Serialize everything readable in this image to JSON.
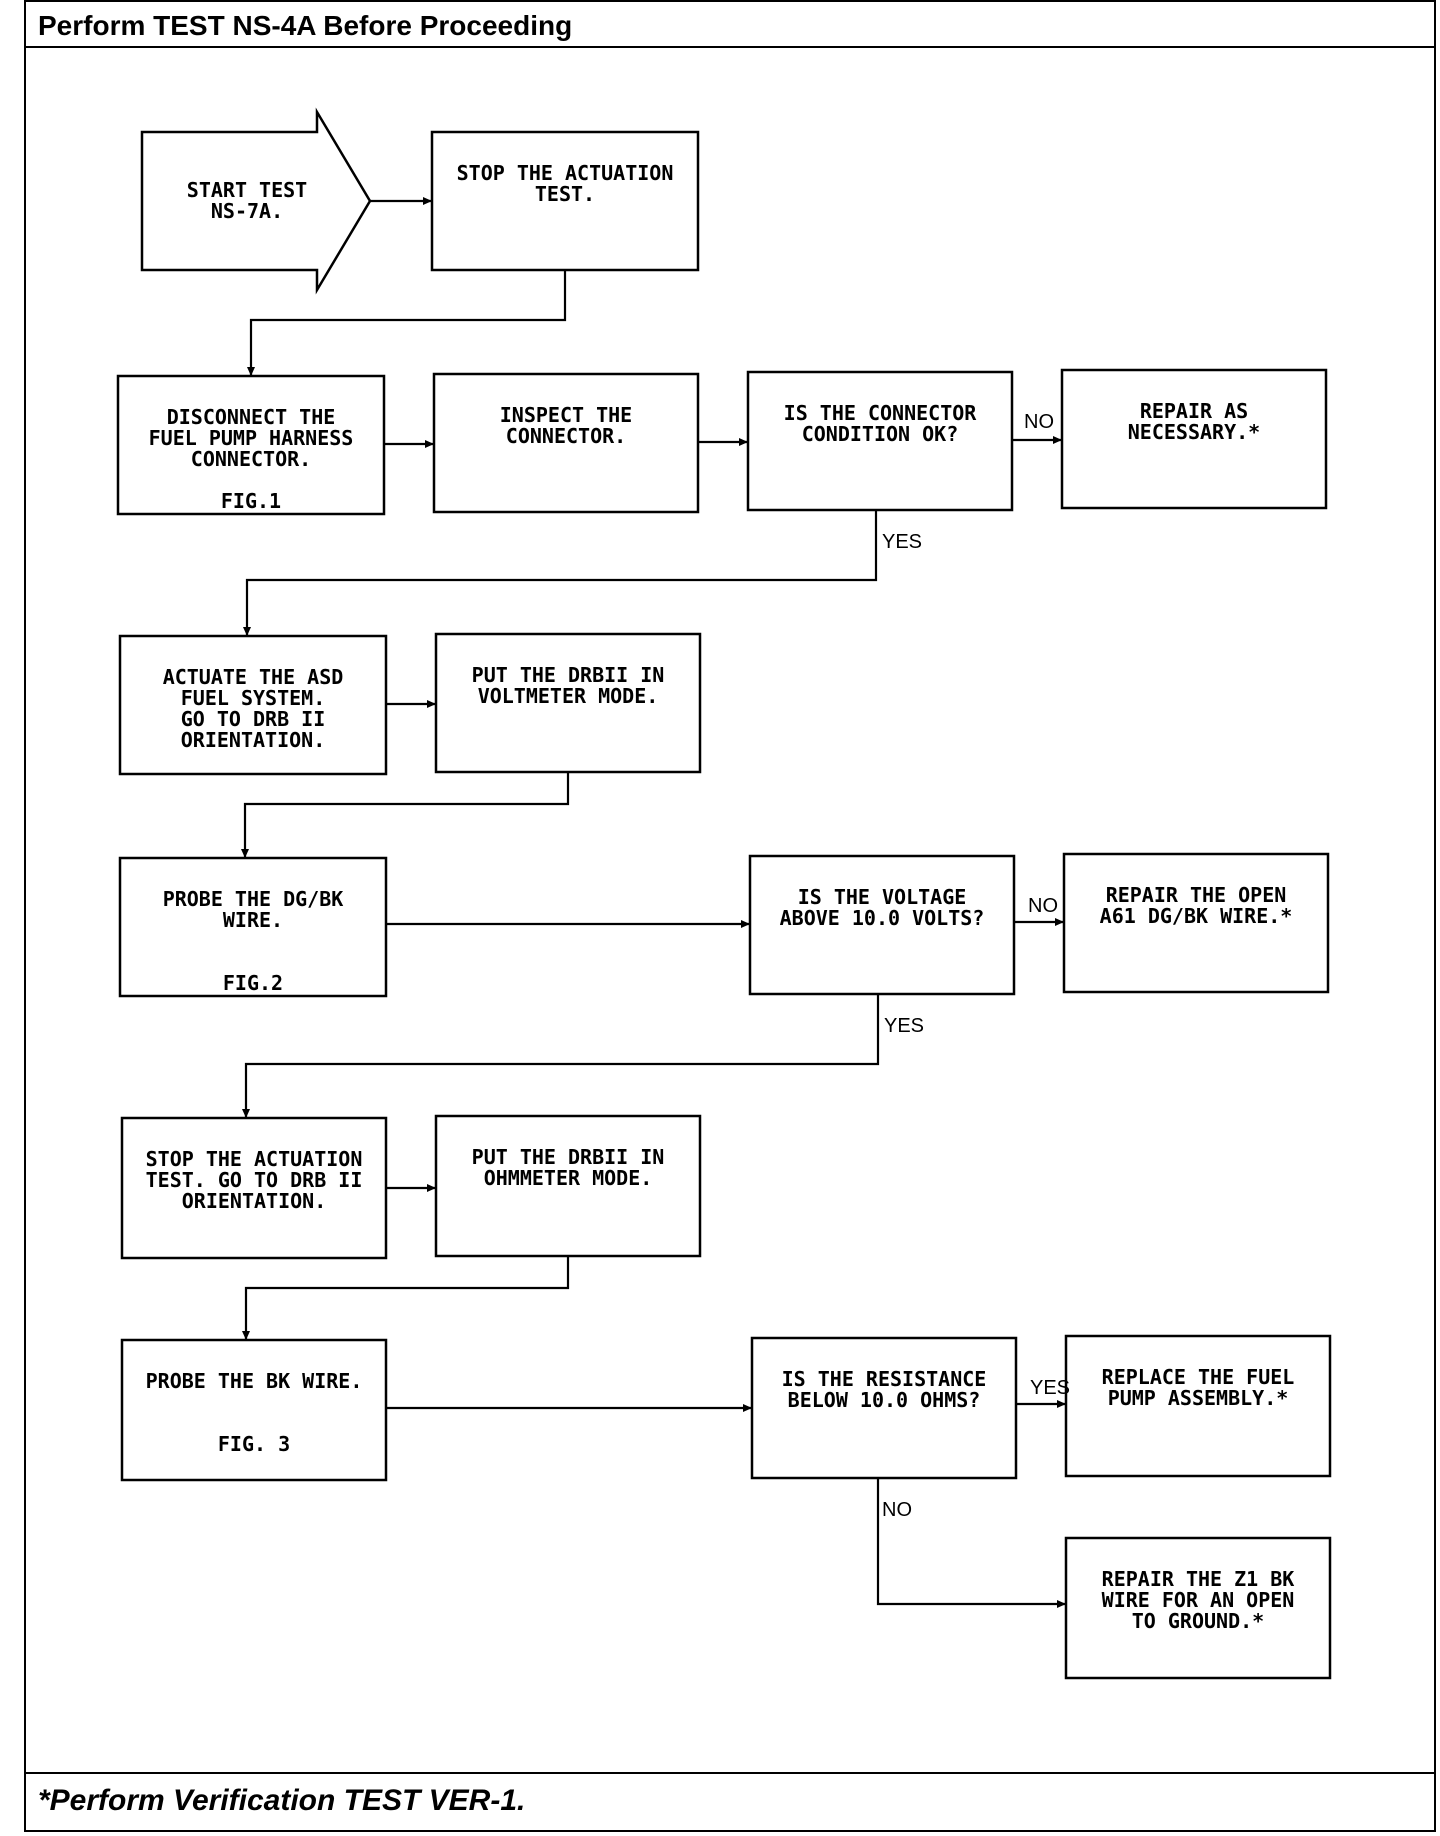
{
  "header": {
    "title": "Perform TEST NS-4A Before Proceeding"
  },
  "footer": {
    "note": "*Perform Verification TEST VER-1."
  },
  "nodes": [
    {
      "id": "start",
      "shape": "arrow",
      "lines": [
        "START TEST",
        "NS-7A."
      ]
    },
    {
      "id": "stop-act-1",
      "lines": [
        "STOP THE ACTUATION",
        "TEST."
      ]
    },
    {
      "id": "disconnect",
      "lines": [
        "DISCONNECT THE",
        "FUEL PUMP HARNESS",
        "CONNECTOR.",
        "",
        "FIG.1"
      ]
    },
    {
      "id": "inspect",
      "lines": [
        "INSPECT THE",
        "CONNECTOR."
      ]
    },
    {
      "id": "conn-ok",
      "lines": [
        "IS THE CONNECTOR",
        "CONDITION OK?"
      ]
    },
    {
      "id": "repair-nec",
      "lines": [
        "REPAIR AS",
        "NECESSARY.*"
      ]
    },
    {
      "id": "actuate-asd",
      "lines": [
        "ACTUATE THE ASD",
        "FUEL SYSTEM.",
        "GO TO DRB II",
        "ORIENTATION."
      ]
    },
    {
      "id": "volt-mode",
      "lines": [
        "PUT THE DRBII IN",
        "VOLTMETER MODE."
      ]
    },
    {
      "id": "probe-dgbk",
      "lines": [
        "PROBE THE DG/BK",
        "WIRE.",
        "",
        "",
        "FIG.2"
      ]
    },
    {
      "id": "volt-q",
      "lines": [
        "IS THE VOLTAGE",
        "ABOVE 10.0 VOLTS?"
      ]
    },
    {
      "id": "repair-a61",
      "lines": [
        "REPAIR THE OPEN",
        "A61 DG/BK WIRE.*"
      ]
    },
    {
      "id": "stop-act-2",
      "lines": [
        "STOP THE ACTUATION",
        "TEST.  GO TO DRB II",
        "ORIENTATION."
      ]
    },
    {
      "id": "ohm-mode",
      "lines": [
        "PUT THE DRBII IN",
        "OHMMETER MODE."
      ]
    },
    {
      "id": "probe-bk",
      "lines": [
        "PROBE THE BK WIRE.",
        "",
        "",
        "FIG. 3"
      ]
    },
    {
      "id": "resist-q",
      "lines": [
        "IS THE RESISTANCE",
        "BELOW 10.0 OHMS?"
      ]
    },
    {
      "id": "replace-pump",
      "lines": [
        "REPLACE THE FUEL",
        "PUMP ASSEMBLY.*"
      ]
    },
    {
      "id": "repair-z1",
      "lines": [
        "REPAIR THE Z1 BK",
        "WIRE FOR AN OPEN",
        "TO GROUND.*"
      ]
    }
  ],
  "edge_labels": {
    "conn_no": "NO",
    "conn_yes": "YES",
    "volt_no": "NO",
    "volt_yes": "YES",
    "resist_yes": "YES",
    "resist_no": "NO"
  }
}
